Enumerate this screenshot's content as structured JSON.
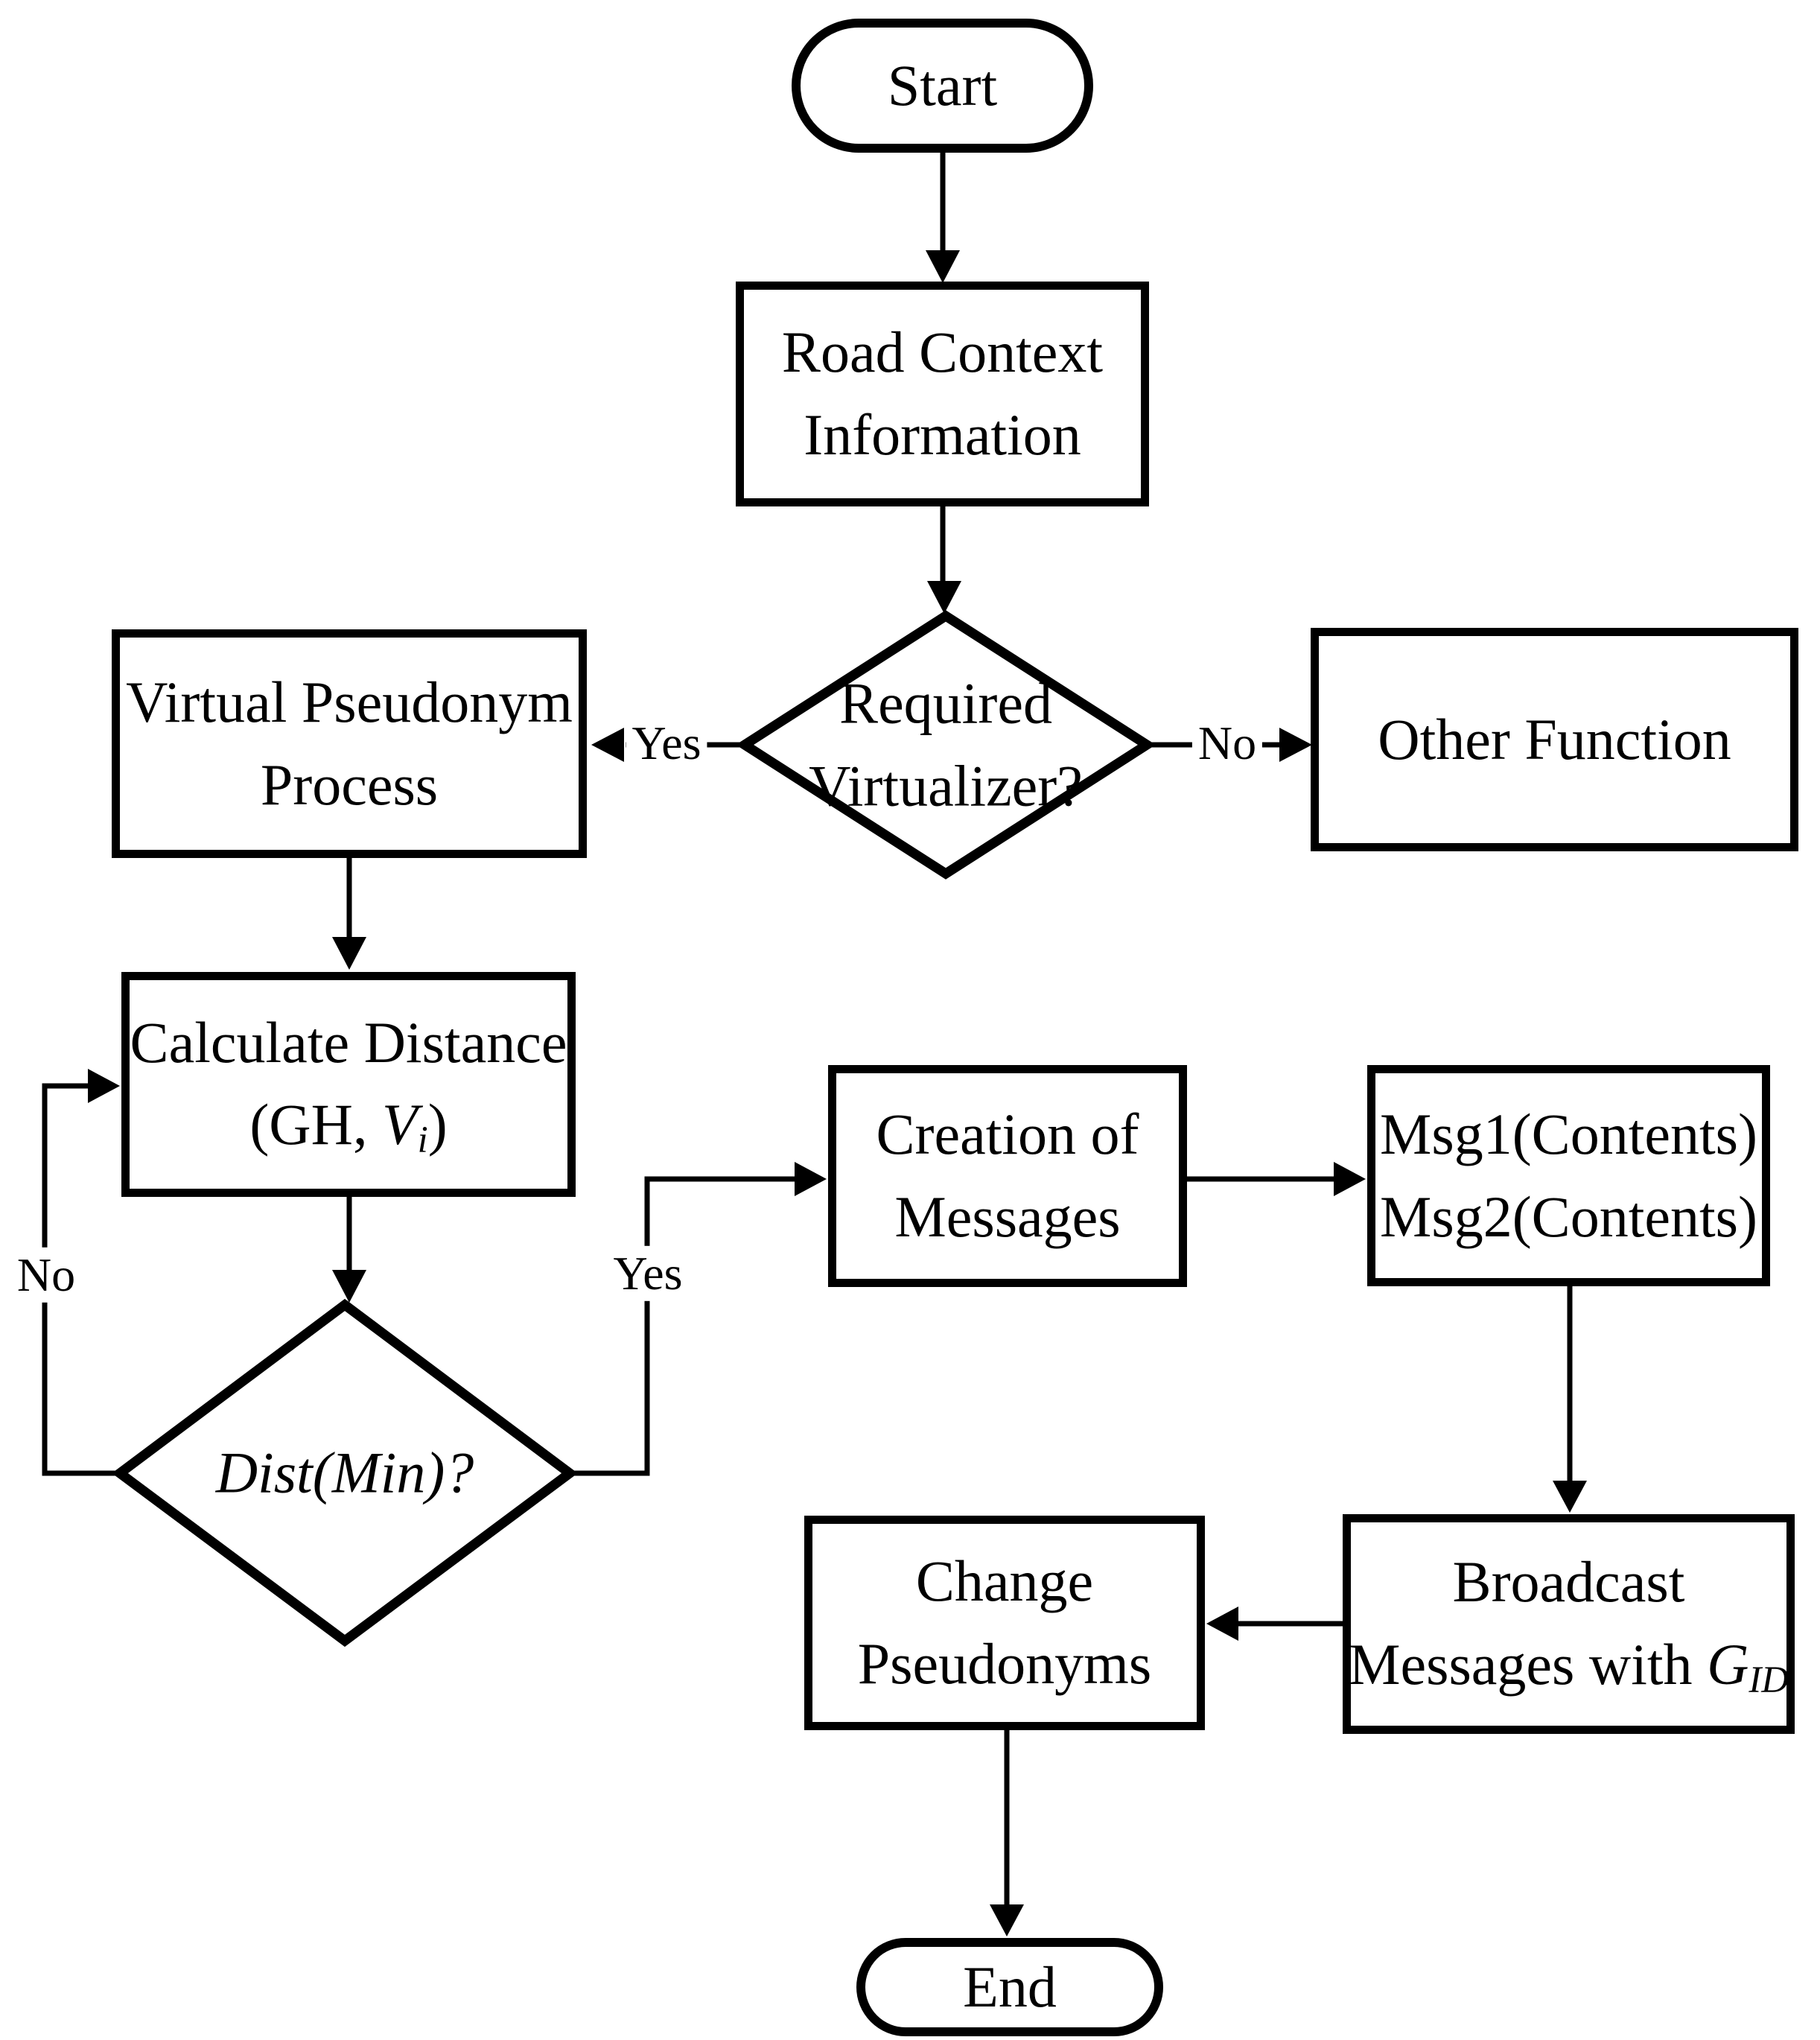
{
  "colors": {
    "line": "#000000",
    "node_fill": "#ffffff",
    "text": "#000000",
    "background": "#ffffff"
  },
  "nodes": {
    "start": {
      "label": "Start",
      "shape": "terminator"
    },
    "road_context": {
      "line1": "Road Context",
      "line2": "Information",
      "shape": "process"
    },
    "required_virtualizer": {
      "line1": "Required",
      "line2": "Virtualizer?",
      "shape": "decision"
    },
    "virtual_pseudonym": {
      "line1": "Virtual Pseudonym",
      "line2": "Process",
      "shape": "process"
    },
    "other_function": {
      "label": "Other Function",
      "shape": "process"
    },
    "calculate_distance": {
      "line1": "Calculate Distance",
      "line2_open": "(GH, ",
      "line2_var": "V",
      "line2_sub": "i",
      "line2_close": ")",
      "shape": "process"
    },
    "dist_min": {
      "label": "Dist(Min)?",
      "shape": "decision"
    },
    "creation_messages": {
      "line1": "Creation of",
      "line2": "Messages",
      "shape": "process"
    },
    "msg_contents": {
      "line1": "Msg1(Contents)",
      "line2": "Msg2(Contents)",
      "shape": "process"
    },
    "broadcast": {
      "line1": "Broadcast",
      "line2_prefix": "Messages with ",
      "line2_var": "G",
      "line2_sub": "ID",
      "shape": "process"
    },
    "change_pseudonyms": {
      "line1": "Change",
      "line2": "Pseudonyms",
      "shape": "process"
    },
    "end": {
      "label": "End",
      "shape": "terminator"
    }
  },
  "edge_labels": {
    "virtualizer_yes": "Yes",
    "virtualizer_no": "No",
    "dist_no": "No",
    "dist_yes": "Yes"
  },
  "flow": [
    {
      "from": "start",
      "to": "road_context",
      "label": ""
    },
    {
      "from": "road_context",
      "to": "required_virtualizer",
      "label": ""
    },
    {
      "from": "required_virtualizer",
      "to": "virtual_pseudonym",
      "label": "Yes"
    },
    {
      "from": "required_virtualizer",
      "to": "other_function",
      "label": "No"
    },
    {
      "from": "virtual_pseudonym",
      "to": "calculate_distance",
      "label": ""
    },
    {
      "from": "calculate_distance",
      "to": "dist_min",
      "label": ""
    },
    {
      "from": "dist_min",
      "to": "calculate_distance",
      "label": "No"
    },
    {
      "from": "dist_min",
      "to": "creation_messages",
      "label": "Yes"
    },
    {
      "from": "creation_messages",
      "to": "msg_contents",
      "label": ""
    },
    {
      "from": "msg_contents",
      "to": "broadcast",
      "label": ""
    },
    {
      "from": "broadcast",
      "to": "change_pseudonyms",
      "label": ""
    },
    {
      "from": "change_pseudonyms",
      "to": "end",
      "label": ""
    }
  ]
}
